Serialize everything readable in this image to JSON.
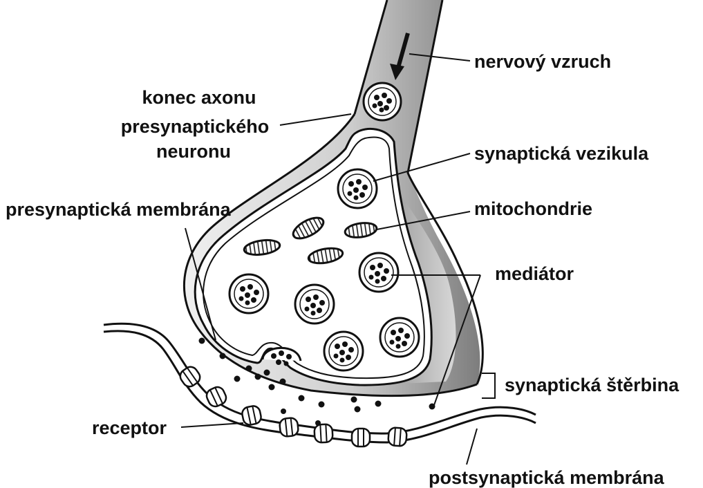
{
  "labels": {
    "nervovy_vzruch": "nervový vzruch",
    "konec_axonu_1": "konec axonu",
    "konec_axonu_2": "presynaptického",
    "konec_axonu_3": "neuronu",
    "synapticka_vezikula": "synaptická vezikula",
    "presynapticka_membrana": "presynaptická membrána",
    "mitochondrie": "mitochondrie",
    "mediator": "mediátor",
    "synapticka_sterbina": "synaptická štěrbina",
    "receptor": "receptor",
    "postsynapticka_membrana": "postsynaptická membrána"
  },
  "colors": {
    "ink": "#111111",
    "shading_dark": "#8a8a8a",
    "shading_light": "#e6e6e6",
    "background": "#ffffff"
  }
}
